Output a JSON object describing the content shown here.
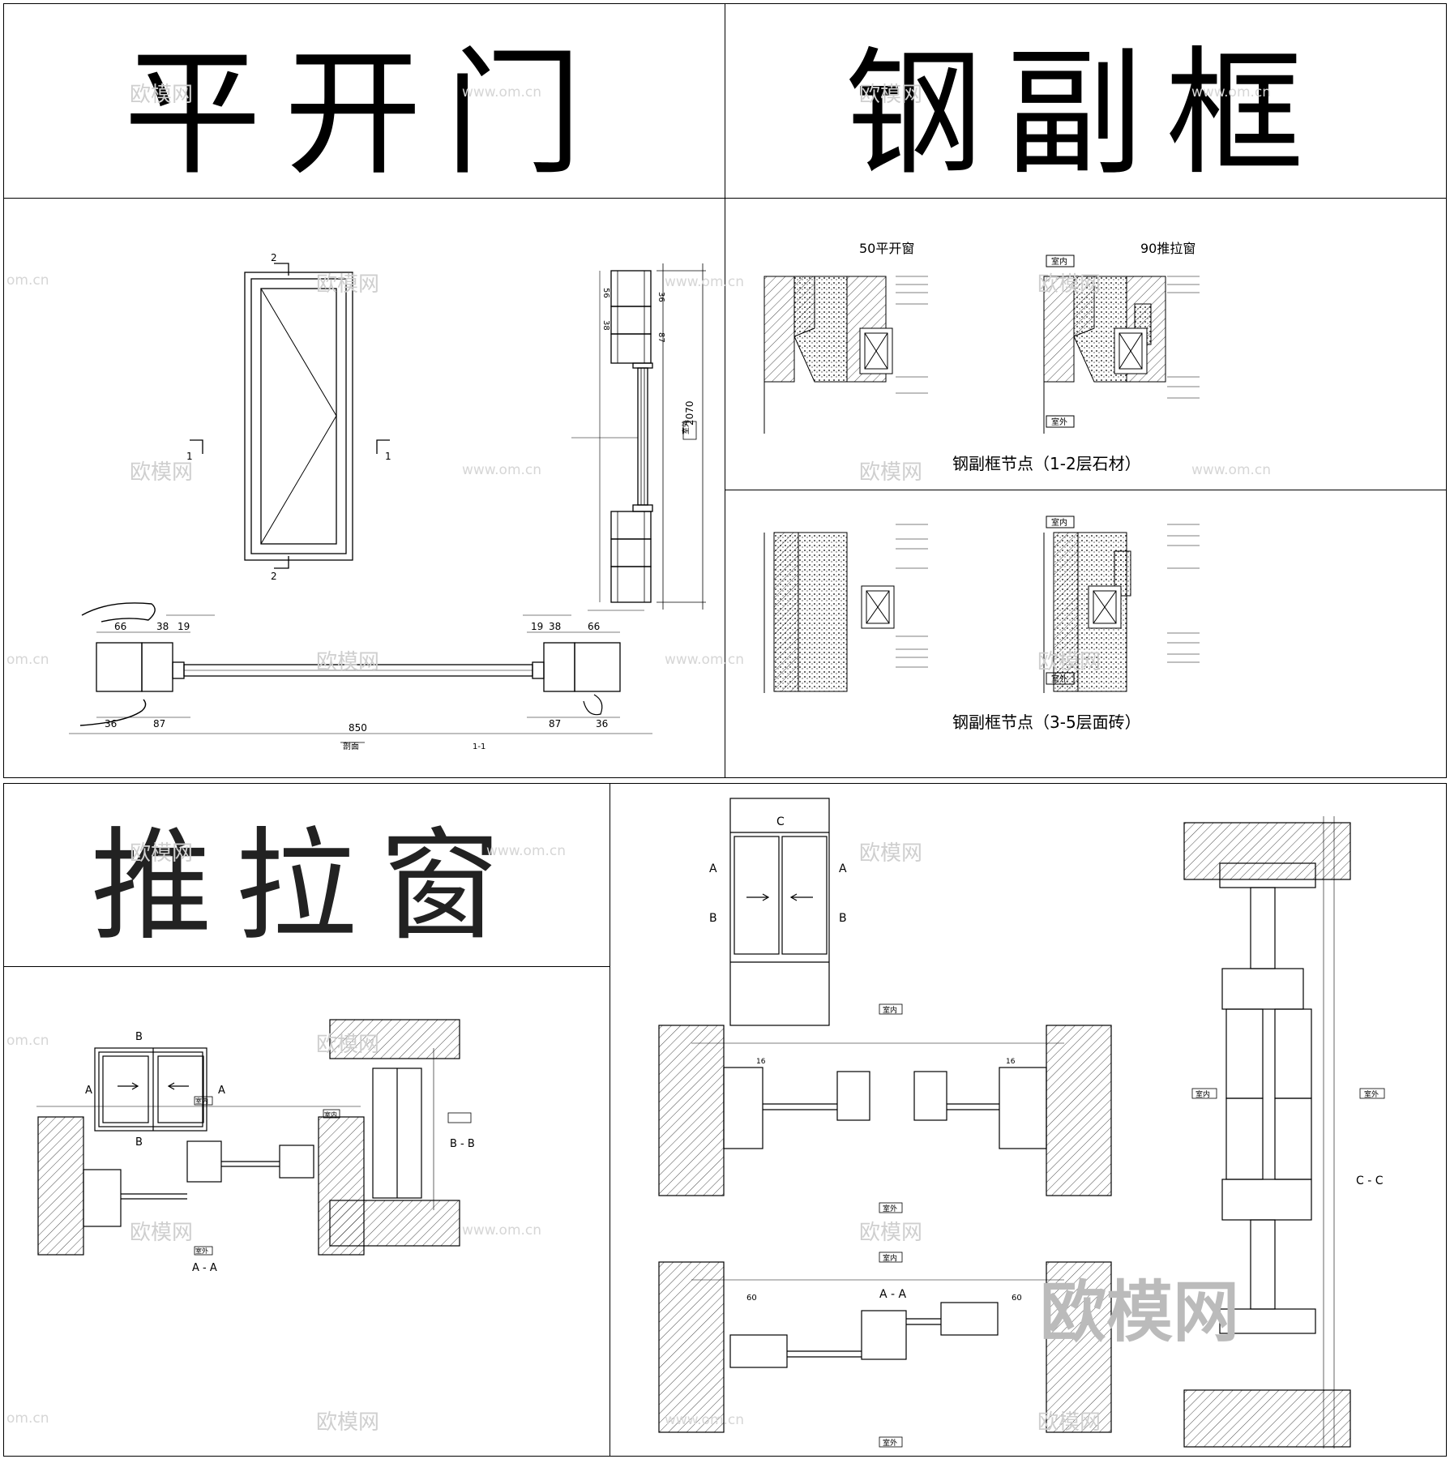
{
  "titles": {
    "door": "平开门",
    "steel_frame": "钢副框",
    "sliding_window": "推拉窗"
  },
  "steel_frame_panel": {
    "casement_label": "50平开窗",
    "sliding_label": "90推拉窗",
    "indoor": "室内",
    "outdoor": "室外",
    "node_caption_stone": "钢副框节点（1-2层石材）",
    "node_caption_tile": "钢副框节点（3-5层面砖）"
  },
  "door_panel": {
    "section_mark_2": "2",
    "section_mark_1": "1",
    "dim_width": "850",
    "dim_height": "2070",
    "dim_66": "66",
    "dim_38": "38",
    "dim_19": "19",
    "dim_36": "36",
    "dim_87": "87",
    "dim_56": "56",
    "outdoor": "室外",
    "section_caption": "剖面",
    "section_id": "1-1"
  },
  "sliding_panel": {
    "mark_a": "A",
    "mark_b": "B",
    "mark_c": "C",
    "section_aa": "A - A",
    "section_bb": "B - B",
    "section_cc": "C - C",
    "indoor": "室内",
    "outdoor": "室外",
    "dim_60": "60",
    "dim_16": "16"
  },
  "watermark": {
    "brand": "欧模网",
    "url": "www.om.cn",
    "corner_url": "om.cn"
  }
}
